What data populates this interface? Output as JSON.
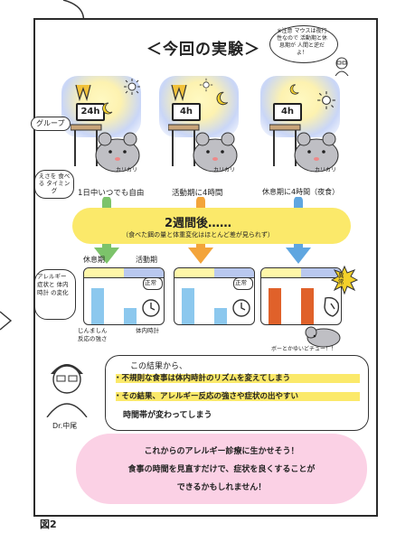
{
  "title": "＜今回の実験＞",
  "note": "※注意 マウスは夜行性なので 活動期と休息期が 人間と逆だよ！",
  "grouping_label": "グループ",
  "feeding_label": "えさを 食べる タイミング",
  "groups": [
    {
      "sign": "24h",
      "caption": "1日中いつでも自由",
      "sound": "カリカリ"
    },
    {
      "sign": "4h",
      "caption": "活動期に4時間",
      "sound": "カリカリ"
    },
    {
      "sign": "4h",
      "caption": "休息期に4時間（夜食）",
      "sound": "カリカリ"
    }
  ],
  "after": {
    "main": "2週間後……",
    "sub": "（食べた餌の量と体重変化はほとんど差が見られず）"
  },
  "side_label": "アレルギー 症状と 体内時計 の変化",
  "chart_labels": {
    "rest": "休息期",
    "active": "活動期",
    "allergy": "じんましん 反応の強さ",
    "clock": "体内時計",
    "normal": "正常",
    "abnormal": "異常"
  },
  "mouse_sound": "ボーとかゆいどチュー！！",
  "doctor_label": "Dr.中尾",
  "result": {
    "intro": "この結果から、",
    "line1": "・不規則な食事は体内時計のリズムを変えてしまう",
    "line2a": "・その結果、アレルギー反応の強さや症状の出やすい",
    "line2b": "時間帯が変わってしまう"
  },
  "closing": {
    "line1": "これからのアレルギー診療に生かせそう！",
    "line2": "食事の時間を見直すだけで、症状を良くすることが",
    "line3": "できるかもしれません！"
  },
  "figure_caption": "図2",
  "colors": {
    "yellow": "#fbe96a",
    "pink": "#fbd1e5",
    "blue_bar": "#8cc8ee",
    "orange_bar": "#e0612a",
    "green_arrow": "#7cc36a",
    "orange_arrow": "#f3a43a",
    "blue_arrow": "#5fa6e0"
  }
}
